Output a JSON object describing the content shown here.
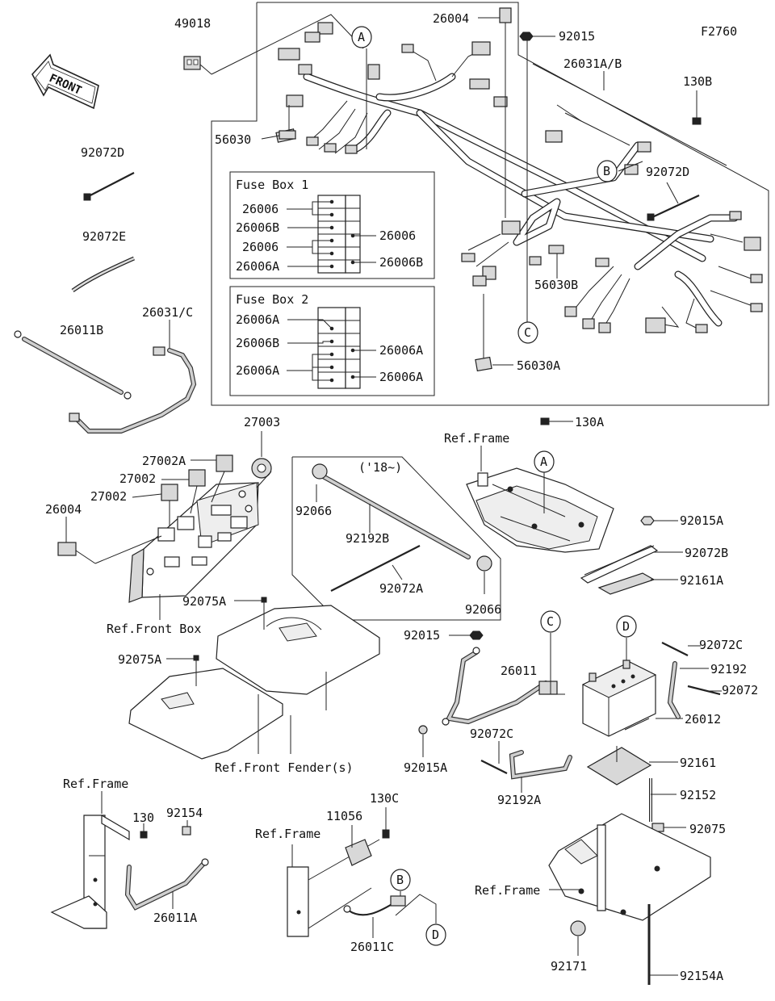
{
  "figure_code": "F2760",
  "front_arrow": "FRONT",
  "fuse_box_1": {
    "title": "Fuse Box 1",
    "left_labels": [
      "26006",
      "26006B",
      "26006",
      "26006A"
    ],
    "right_labels": [
      "26006",
      "26006B"
    ]
  },
  "fuse_box_2": {
    "title": "Fuse Box 2",
    "left_labels": [
      "26006A",
      "26006B",
      "26006A"
    ],
    "right_labels": [
      "26006A",
      "26006A"
    ]
  },
  "model_note": "('18~)",
  "ref_circles": {
    "a": "A",
    "b": "B",
    "c": "C",
    "d": "D"
  },
  "labels": {
    "p49018": "49018",
    "p26004_top": "26004",
    "p92015_top": "92015",
    "p26031ab": "26031A/B",
    "p130b": "130B",
    "p56030": "56030",
    "p92072d_left": "92072D",
    "p92072d_right": "92072D",
    "p92072e": "92072E",
    "p26031c": "26031/C",
    "p26011b": "26011B",
    "p56030b": "56030B",
    "p56030a": "56030A",
    "p27003": "27003",
    "p27002a": "27002A",
    "p27002_1": "27002",
    "p27002_2": "27002",
    "p26004_left": "26004",
    "ref_front_box": "Ref.Front Box",
    "p92066_1": "92066",
    "p92192b": "92192B",
    "p92072a": "92072A",
    "p92066_2": "92066",
    "ref_frame_top": "Ref.Frame",
    "p130a": "130A",
    "p92015a_right": "92015A",
    "p92072b": "92072B",
    "p92161a": "92161A",
    "p92075a_1": "92075A",
    "p92075a_2": "92075A",
    "ref_front_fenders": "Ref.Front Fender(s)",
    "p92015_mid": "92015",
    "p26011": "26011",
    "p92015a_mid": "92015A",
    "p92072c_right": "92072C",
    "p92192": "92192",
    "p92072": "92072",
    "p26012": "26012",
    "p92072c_mid": "92072C",
    "p92192a": "92192A",
    "p92161": "92161",
    "p92152": "92152",
    "p92075": "92075",
    "ref_frame_bl": "Ref.Frame",
    "p130": "130",
    "p92154": "92154",
    "p26011a": "26011A",
    "ref_frame_bm": "Ref.Frame",
    "p11056": "11056",
    "p130c": "130C",
    "p26011c": "26011C",
    "ref_frame_br": "Ref.Frame",
    "p92171": "92171",
    "p92154a": "92154A"
  }
}
